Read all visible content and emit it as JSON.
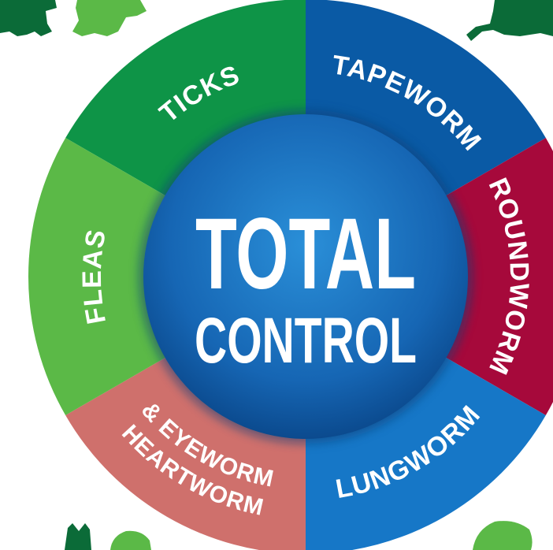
{
  "center": {
    "line1": "TOTAL",
    "line2": "CONTROL"
  },
  "segments": [
    {
      "id": "ticks",
      "lines": [
        "TICKS"
      ],
      "color": "#0e9447"
    },
    {
      "id": "tapeworm",
      "lines": [
        "TAPEWORM"
      ],
      "color": "#0a5aa5"
    },
    {
      "id": "roundworm",
      "lines": [
        "ROUNDWORM"
      ],
      "color": "#a6093b"
    },
    {
      "id": "lungworm",
      "lines": [
        "LUNGWORM"
      ],
      "color": "#1677c7"
    },
    {
      "id": "heartworm",
      "lines": [
        "HEARTWORM",
        "& EYEWORM"
      ],
      "color": "#cf706c"
    },
    {
      "id": "fleas",
      "lines": [
        "FLEAS"
      ],
      "color": "#5bb947"
    }
  ],
  "colors": {
    "center_dark": "#0c4f93",
    "center_light": "#1f86d4",
    "animal_dark": "#0b6b38",
    "animal_light": "#5bb947"
  },
  "decor_icons": [
    "cat-silhouette-icon",
    "dog-silhouette-icon",
    "cat-silhouette-icon",
    "cat-silhouette-icon",
    "dog-silhouette-icon"
  ]
}
